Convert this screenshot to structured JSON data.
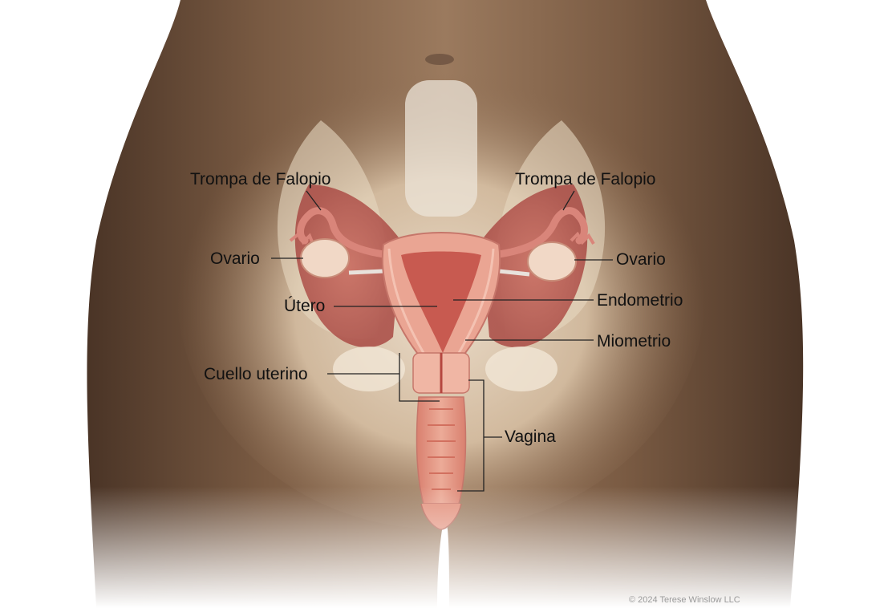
{
  "labels": {
    "fallopian_left": "Trompa de Falopio",
    "fallopian_right": "Trompa de Falopio",
    "ovary_left": "Ovario",
    "ovary_right": "Ovario",
    "uterus": "Útero",
    "endometrium": "Endometrio",
    "myometrium": "Miometrio",
    "cervix": "Cuello uterino",
    "vagina": "Vagina"
  },
  "copyright": "© 2024 Terese Winslow LLC",
  "colors": {
    "skin_dark": "#5c4331",
    "skin_mid": "#8a6a50",
    "pelvis_bone": "#e9dcc6",
    "muscle": "#b8574f",
    "uterus_outer": "#e9a290",
    "uterus_inner": "#c7574d",
    "leader_line": "#222222"
  }
}
